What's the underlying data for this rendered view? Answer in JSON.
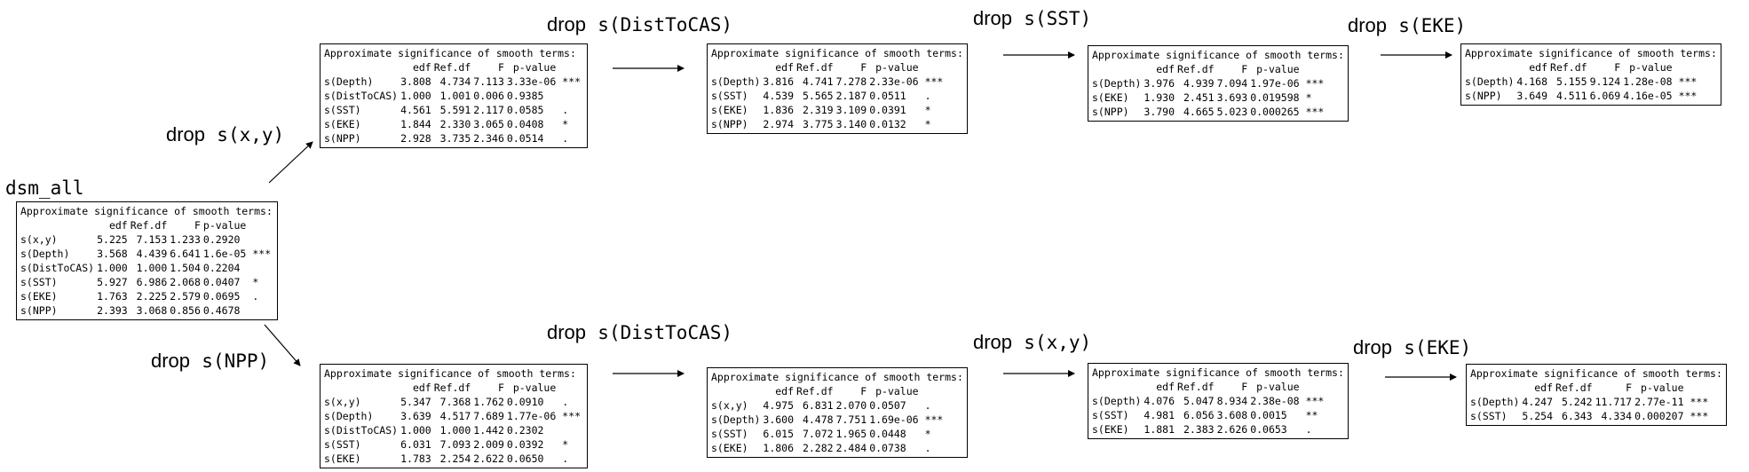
{
  "root_label": "dsm_all",
  "column_headers": [
    "",
    "edf",
    "Ref.df",
    "F",
    "p-value",
    ""
  ],
  "drop_word": "drop",
  "root": {
    "title": "Approximate significance of smooth terms:",
    "rows": [
      [
        "s(x,y)",
        "5.225",
        "7.153",
        "1.233",
        "0.2920",
        ""
      ],
      [
        "s(Depth)",
        "3.568",
        "4.439",
        "6.641",
        "1.6e-05",
        "***"
      ],
      [
        "s(DistToCAS)",
        "1.000",
        "1.000",
        "1.504",
        "0.2204",
        ""
      ],
      [
        "s(SST)",
        "5.927",
        "6.986",
        "2.068",
        "0.0407",
        "*"
      ],
      [
        "s(EKE)",
        "1.763",
        "2.225",
        "2.579",
        "0.0695",
        "."
      ],
      [
        "s(NPP)",
        "2.393",
        "3.068",
        "0.856",
        "0.4678",
        ""
      ]
    ]
  },
  "top_branch": {
    "steps": [
      {
        "label": "drop",
        "term": "s(x,y)",
        "title": "Approximate significance of smooth terms:",
        "rows": [
          [
            "s(Depth)",
            "3.808",
            "4.734",
            "7.113",
            "3.33e-06",
            "***"
          ],
          [
            "s(DistToCAS)",
            "1.000",
            "1.001",
            "0.006",
            "0.9385",
            ""
          ],
          [
            "s(SST)",
            "4.561",
            "5.591",
            "2.117",
            "0.0585",
            "."
          ],
          [
            "s(EKE)",
            "1.844",
            "2.330",
            "3.065",
            "0.0408",
            "*"
          ],
          [
            "s(NPP)",
            "2.928",
            "3.735",
            "2.346",
            "0.0514",
            "."
          ]
        ]
      },
      {
        "label": "drop",
        "term": "s(DistToCAS)",
        "title": "Approximate significance of smooth terms:",
        "rows": [
          [
            "s(Depth)",
            "3.816",
            "4.741",
            "7.278",
            "2.33e-06",
            "***"
          ],
          [
            "s(SST)",
            "4.539",
            "5.565",
            "2.187",
            "0.0511",
            "."
          ],
          [
            "s(EKE)",
            "1.836",
            "2.319",
            "3.109",
            "0.0391",
            "*"
          ],
          [
            "s(NPP)",
            "2.974",
            "3.775",
            "3.140",
            "0.0132",
            "*"
          ]
        ]
      },
      {
        "label": "drop",
        "term": "s(SST)",
        "title": "Approximate significance of smooth terms:",
        "rows": [
          [
            "s(Depth)",
            "3.976",
            "4.939",
            "7.094",
            "1.97e-06",
            "***"
          ],
          [
            "s(EKE)",
            "1.930",
            "2.451",
            "3.693",
            "0.019598",
            "*"
          ],
          [
            "s(NPP)",
            "3.790",
            "4.665",
            "5.023",
            "0.000265",
            "***"
          ]
        ]
      },
      {
        "label": "drop",
        "term": "s(EKE)",
        "title": "Approximate significance of smooth terms:",
        "rows": [
          [
            "s(Depth)",
            "4.168",
            "5.155",
            "9.124",
            "1.28e-08",
            "***"
          ],
          [
            "s(NPP)",
            "3.649",
            "4.511",
            "6.069",
            "4.16e-05",
            "***"
          ]
        ]
      }
    ]
  },
  "bottom_branch": {
    "steps": [
      {
        "label": "drop",
        "term": "s(NPP)",
        "title": "Approximate significance of smooth terms:",
        "rows": [
          [
            "s(x,y)",
            "5.347",
            "7.368",
            "1.762",
            "0.0910",
            "."
          ],
          [
            "s(Depth)",
            "3.639",
            "4.517",
            "7.689",
            "1.77e-06",
            "***"
          ],
          [
            "s(DistToCAS)",
            "1.000",
            "1.000",
            "1.442",
            "0.2302",
            ""
          ],
          [
            "s(SST)",
            "6.031",
            "7.093",
            "2.009",
            "0.0392",
            "*"
          ],
          [
            "s(EKE)",
            "1.783",
            "2.254",
            "2.622",
            "0.0650",
            "."
          ]
        ]
      },
      {
        "label": "drop",
        "term": "s(DistToCAS)",
        "title": "Approximate significance of smooth terms:",
        "rows": [
          [
            "s(x,y)",
            "4.975",
            "6.831",
            "2.070",
            "0.0507",
            "."
          ],
          [
            "s(Depth)",
            "3.600",
            "4.478",
            "7.751",
            "1.69e-06",
            "***"
          ],
          [
            "s(SST)",
            "6.015",
            "7.072",
            "1.965",
            "0.0448",
            "*"
          ],
          [
            "s(EKE)",
            "1.806",
            "2.282",
            "2.484",
            "0.0738",
            "."
          ]
        ]
      },
      {
        "label": "drop",
        "term": "s(x,y)",
        "title": "Approximate significance of smooth terms:",
        "rows": [
          [
            "s(Depth)",
            "4.076",
            "5.047",
            "8.934",
            "2.38e-08",
            "***"
          ],
          [
            "s(SST)",
            "4.981",
            "6.056",
            "3.608",
            "0.0015",
            "**"
          ],
          [
            "s(EKE)",
            "1.881",
            "2.383",
            "2.626",
            "0.0653",
            "."
          ]
        ]
      },
      {
        "label": "drop",
        "term": "s(EKE)",
        "title": "Approximate significance of smooth terms:",
        "rows": [
          [
            "s(Depth)",
            "4.247",
            "5.242",
            "11.717",
            "2.77e-11",
            "***"
          ],
          [
            "s(SST)",
            "5.254",
            "6.343",
            "4.334",
            "0.000207",
            "***"
          ]
        ]
      }
    ]
  }
}
